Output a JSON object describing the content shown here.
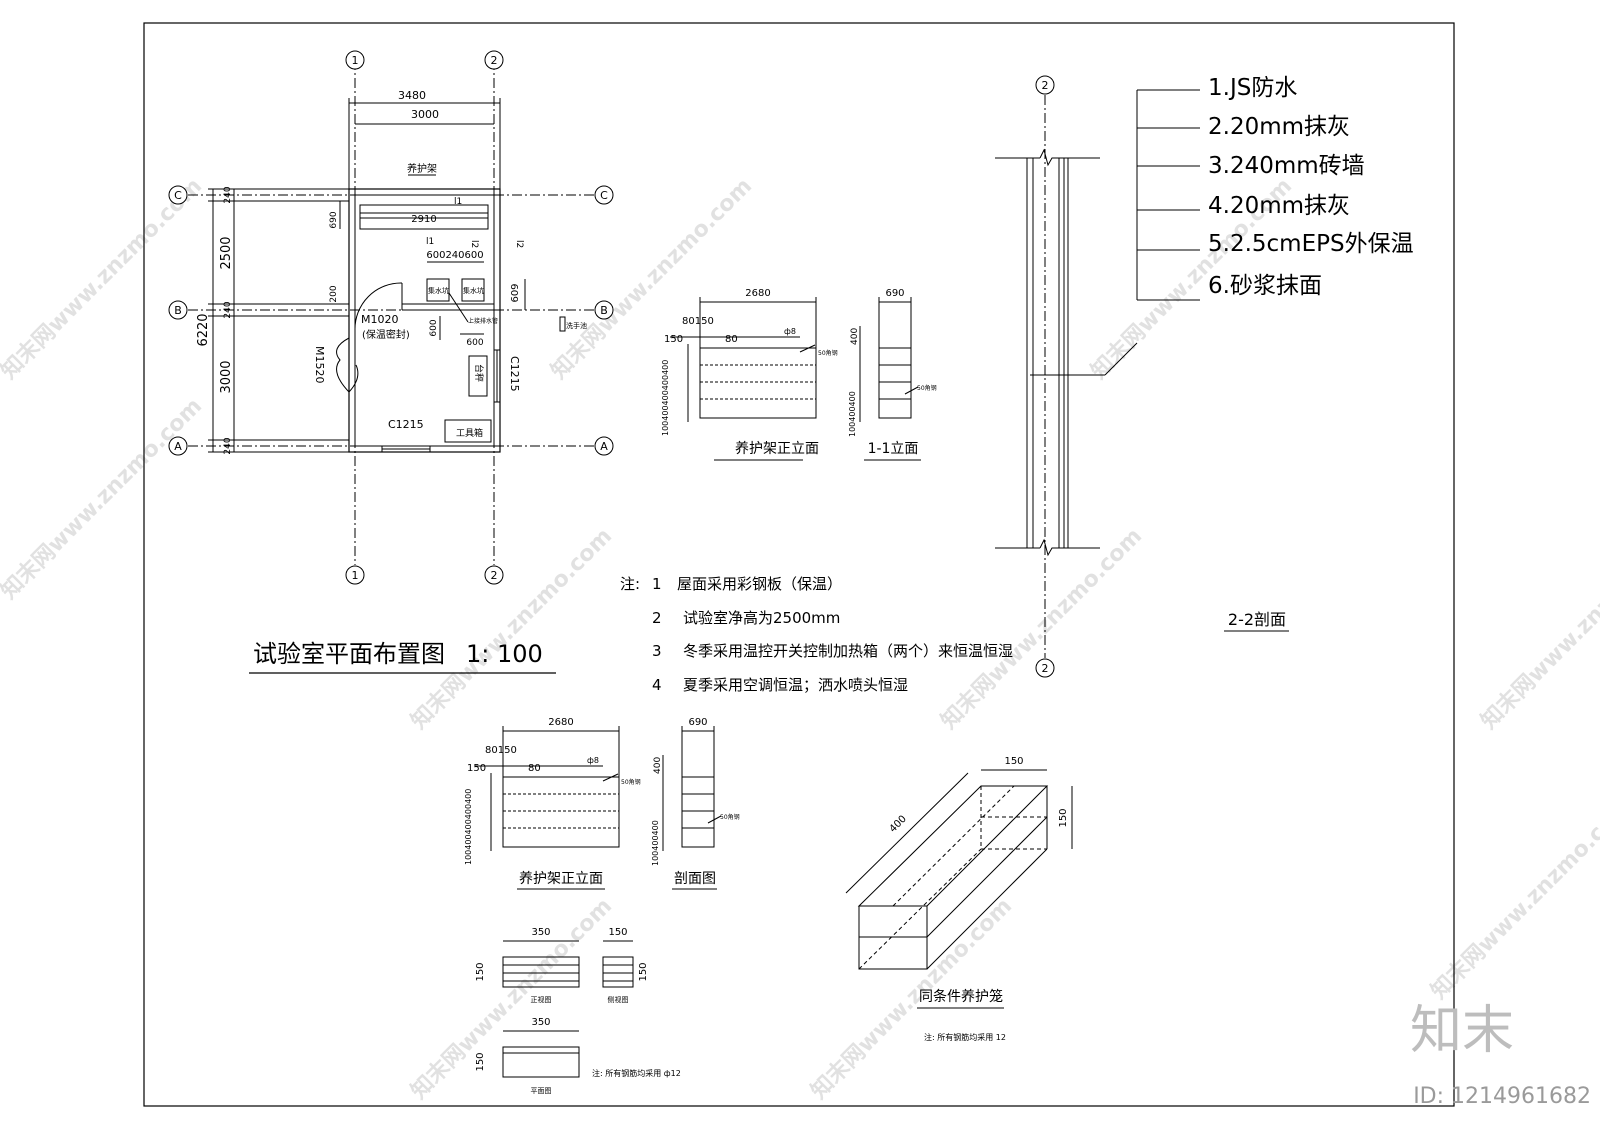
{
  "plan": {
    "axis_numbers": [
      "1",
      "2"
    ],
    "axis_letters": [
      "C",
      "B",
      "A"
    ],
    "dim_3480": "3480",
    "dim_3000": "3000",
    "dim_6220": "6220",
    "dim_2500": "2500",
    "dim_3000_v": "3000",
    "dim_240": "240",
    "dim_690": "690",
    "dim_2910": "2910",
    "dim_600240600": "600240600",
    "dim_609": "609",
    "dim_200": "200",
    "dim_600": "600",
    "l1": "l1",
    "l2": "l2",
    "shelf_label": "养护架",
    "door_m1020": "M1020",
    "door_m1020_note": "(保温密封)",
    "door_m1520": "M1520",
    "win_c1215_bottom": "C1215",
    "win_c1215_right": "C1215",
    "toolbox": "工具箱",
    "tank1": "集水坑",
    "tank2": "集水坑",
    "pipe_note": "上接排水管",
    "sink_note": "洗手池",
    "device": "台秤"
  },
  "title": {
    "main": "试验室平面布置图",
    "scale": "1: 100"
  },
  "notes": {
    "prefix": "注:",
    "items": [
      {
        "num": "1",
        "text": "屋面采用彩钢板（保温）"
      },
      {
        "num": "2",
        "text": "试验室净高为2500mm"
      },
      {
        "num": "3",
        "text": "冬季采用温控开关控制加热箱（两个）来恒温恒湿"
      },
      {
        "num": "4",
        "text": "夏季采用空调恒温；洒水喷头恒湿"
      }
    ]
  },
  "rack_upper": {
    "dim_2680": "2680",
    "dim_80150": "80150",
    "dim_150": "150",
    "dim_80": "80",
    "phi8": "ф8",
    "angle": "50角钢",
    "dims_v": "100400400400400",
    "caption": "养护架正立面",
    "side_dim": "690",
    "side_400": "400",
    "side_dims_v": "100400400",
    "side_angle": "50角钢",
    "side_caption": "1-1立面"
  },
  "rack_lower": {
    "dim_2680": "2680",
    "dim_80150": "80150",
    "dim_150": "150",
    "dim_80": "80",
    "phi8": "ф8",
    "angle": "50角钢",
    "dims_v": "100400400400400",
    "caption": "养护架正立面",
    "side_dim": "690",
    "side_400": "400",
    "side_dims_v": "100400400",
    "side_angle": "50角钢",
    "side_caption": "剖面图"
  },
  "small_views": {
    "front_w": "350",
    "front_h": "150",
    "front_cap": "正视图",
    "side_w": "150",
    "side_h": "150",
    "side_cap": "侧视图",
    "plan_w": "350",
    "plan_h": "150",
    "plan_cap": "平面图",
    "note": "注: 所有钢筋均采用 ф12"
  },
  "cage": {
    "dim_w": "150",
    "dim_h": "150",
    "dim_l": "400",
    "caption": "同条件养护笼",
    "note": "注: 所有钢筋均采用 12"
  },
  "section": {
    "axis": "2",
    "layers": [
      "1.JS防水",
      "2.20mm抹灰",
      "3.240mm砖墙",
      "4.20mm抹灰",
      "5.2.5cmEPS外保温",
      "6.砂浆抹面"
    ],
    "caption": "2-2剖面"
  },
  "watermark": {
    "logo": "知末",
    "id": "ID: 1214961682",
    "site": "知末网www.znzmo.com"
  }
}
